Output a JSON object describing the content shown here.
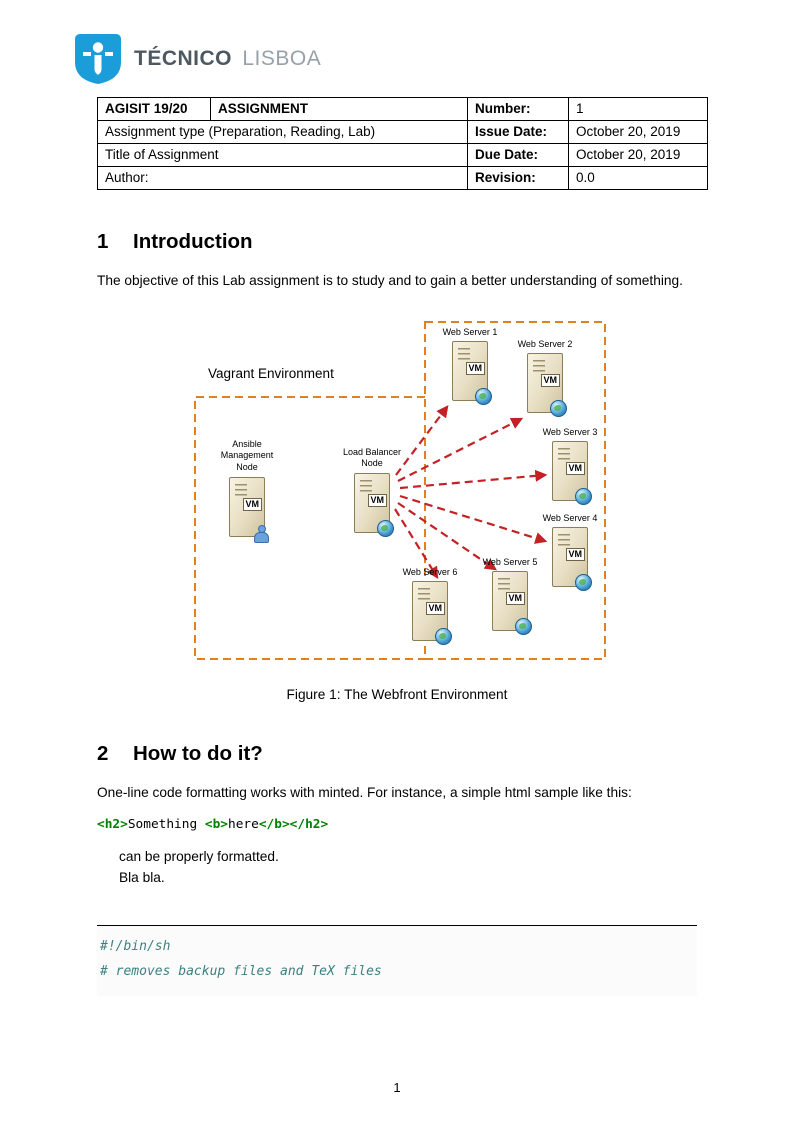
{
  "colors": {
    "logo_blue": "#1b9dd9",
    "diagram_orange": "#e0801f",
    "arrow_red": "#c42127",
    "code_tag_green": "#008000",
    "code_comment_teal": "#3d8080"
  },
  "logo": {
    "brand_bold": "TÉCNICO",
    "brand_light": "LISBOA"
  },
  "header_table": {
    "row1": {
      "course": "AGISIT 19/20",
      "doc_type": "ASSIGNMENT",
      "label": "Number:",
      "value": "1"
    },
    "row2": {
      "description": "Assignment type (Preparation, Reading, Lab)",
      "label": "Issue Date:",
      "value": "October 20, 2019"
    },
    "row3": {
      "description": "Title of Assignment",
      "label": "Due Date:",
      "value": "October 20, 2019"
    },
    "row4": {
      "description": "Author:",
      "label": "Revision:",
      "value": "0.0"
    }
  },
  "section1": {
    "number": "1",
    "title": "Introduction",
    "body": "The objective of this Lab assignment is to study and to gain a better understanding of something."
  },
  "figure": {
    "env_label": "Vagrant Environment",
    "vm_badge": "VM",
    "nodes": {
      "ansible_line1": "Ansible",
      "ansible_line2": "Management Node",
      "load_balancer": "Load Balancer Node",
      "web1": "Web Server 1",
      "web2": "Web Server 2",
      "web3": "Web Server 3",
      "web4": "Web Server 4",
      "web5": "Web Server 5",
      "web6": "Web Server 6"
    },
    "caption": "Figure 1: The Webfront Environment"
  },
  "section2": {
    "number": "2",
    "title": "How to do it?",
    "body": "One-line code formatting works with minted. For instance, a simple html sample like this:",
    "code_parts": [
      {
        "text": "<h2>"
      },
      {
        "text": "Something "
      },
      {
        "text": "<b>"
      },
      {
        "text": "here"
      },
      {
        "text": "</b>"
      },
      {
        "text": "</h2>"
      }
    ],
    "after_code_1": "can be properly formatted.",
    "after_code_2": "Bla bla."
  },
  "code_block": {
    "lines": [
      "#!/bin/sh",
      "# removes backup files and TeX files"
    ]
  },
  "footer": {
    "page_number": "1"
  }
}
